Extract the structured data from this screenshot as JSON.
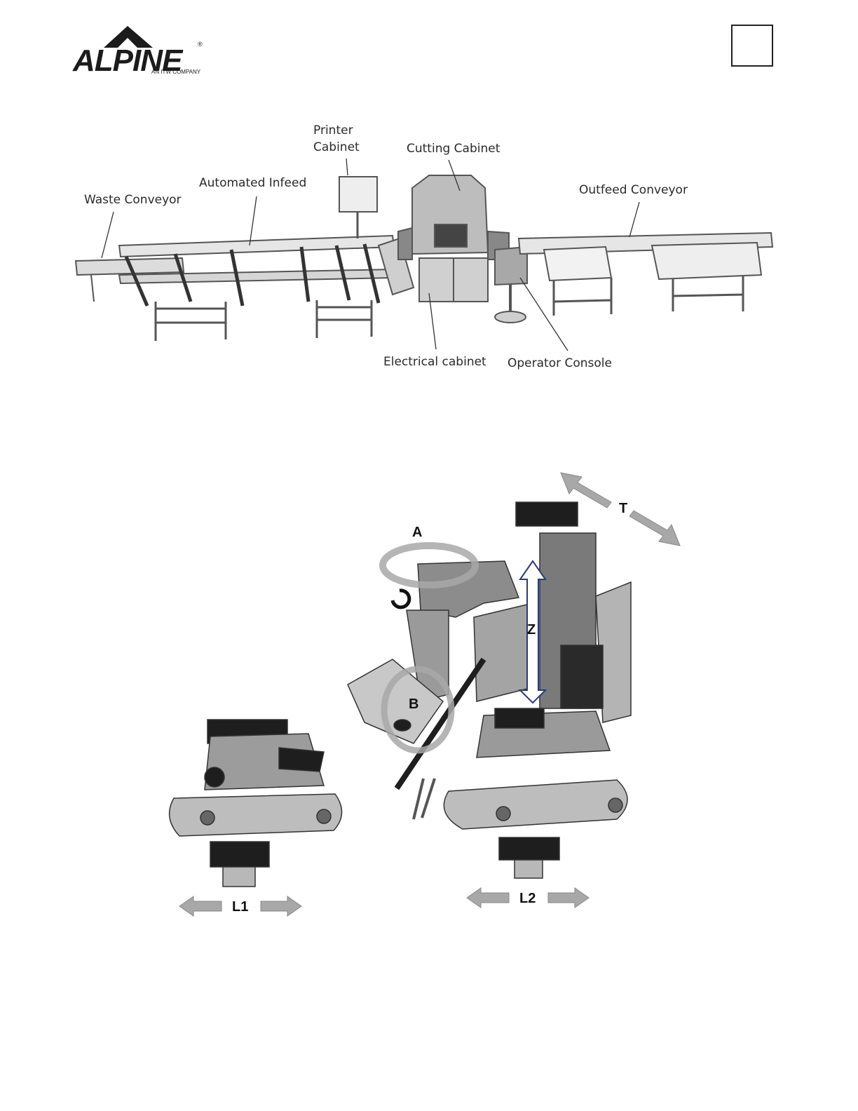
{
  "logo": {
    "word": "ALPINE",
    "registered": "®",
    "subtitle": "AN ITW COMPANY"
  },
  "page_number_box": "",
  "overview_labels": {
    "printer_cabinet_line1": "Printer",
    "printer_cabinet_line2": "Cabinet",
    "cutting_cabinet": "Cutting Cabinet",
    "automated_infeed": "Automated Infeed",
    "waste_conveyor": "Waste Conveyor",
    "outfeed_conveyor": "Outfeed Conveyor",
    "electrical_cabinet": "Electrical cabinet",
    "operator_console": "Operator Console"
  },
  "axis_labels": {
    "a": "A",
    "t": "T",
    "z": "Z",
    "b": "B",
    "l1": "L1",
    "l2": "L2"
  },
  "colors": {
    "arrow_gray": "#a8a8a8",
    "machine_gray": "#8c8c8c",
    "dark": "#1e1e1e",
    "z_arrow_outline": "#2b3a78"
  }
}
